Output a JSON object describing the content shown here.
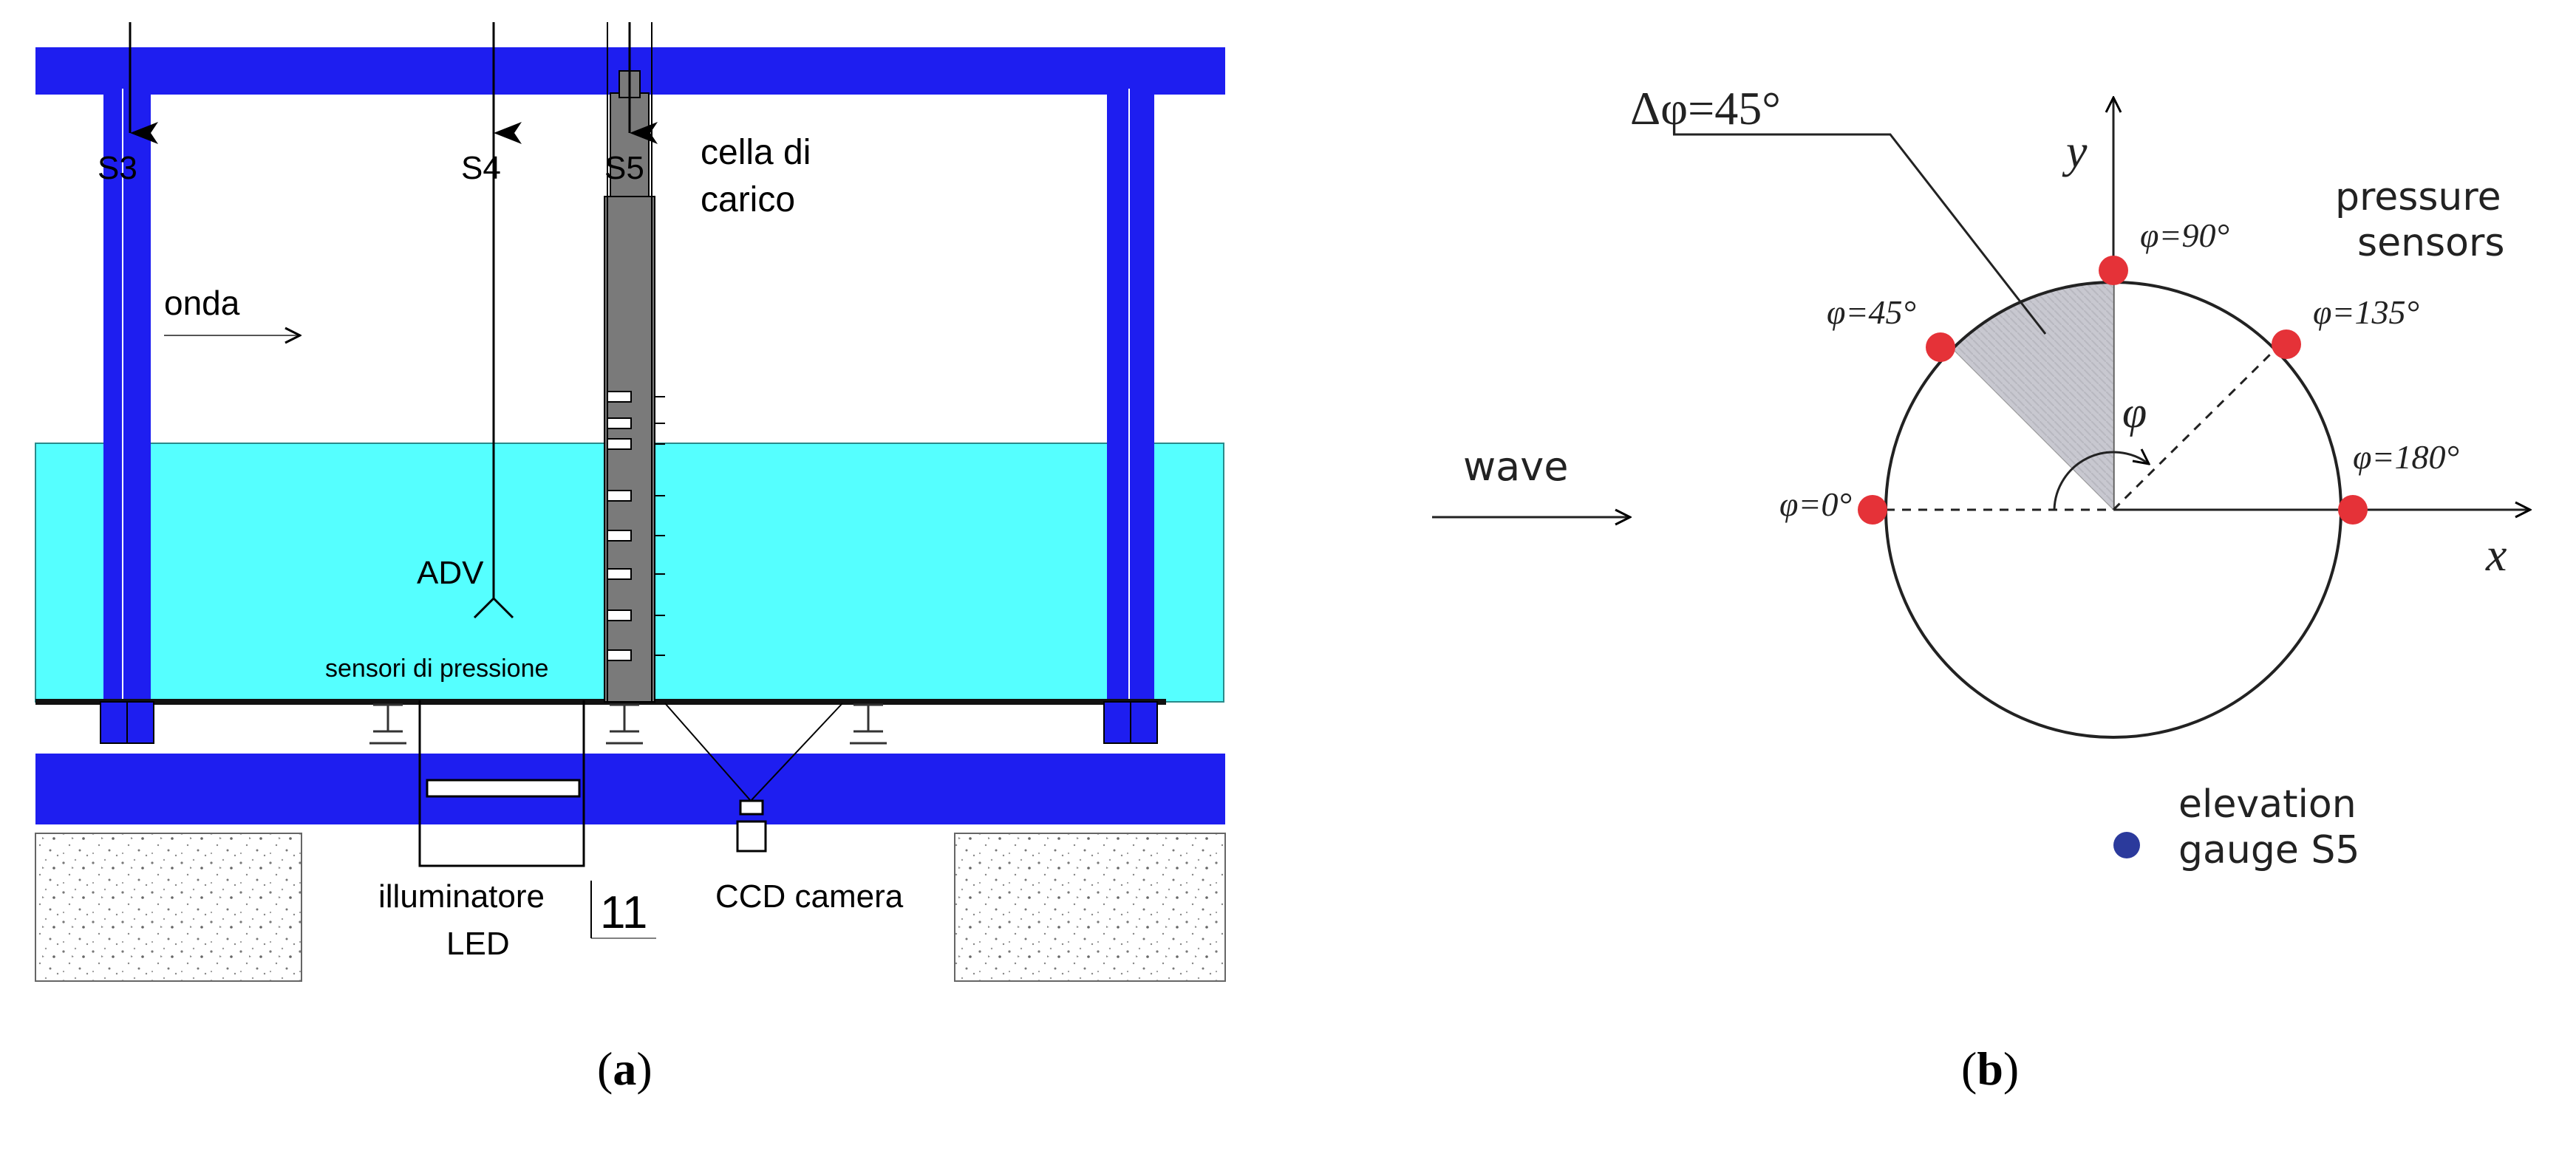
{
  "panel_a": {
    "stations": [
      "S3",
      "S4",
      "S5"
    ],
    "load_cell_label": [
      "cella di",
      "carico"
    ],
    "wave_label": "onda",
    "adv_label": "ADV",
    "pressure_sensors_label": "sensori di pressione",
    "illuminator_label": [
      "illuminatore",
      "LED"
    ],
    "camera_label": "CCD camera",
    "marker_number": "11",
    "caption_letter": "a"
  },
  "panel_b": {
    "delta_label": "Δφ=45°",
    "y_axis_label": "y",
    "x_axis_label": "x",
    "phi_label": "φ",
    "wave_label": "wave",
    "pressure_sensors_label": [
      "pressure",
      "sensors"
    ],
    "elevation_gauge_label": [
      "elevation",
      "gauge S5"
    ],
    "sensor_angles": [
      {
        "phi": "φ=0°"
      },
      {
        "phi": "φ=45°"
      },
      {
        "phi": "φ=90°"
      },
      {
        "phi": "φ=135°"
      },
      {
        "phi": "φ=180°"
      }
    ],
    "caption_letter": "b"
  },
  "colors": {
    "frame_blue": "#1e1ef0",
    "water_cyan": "#55ffff",
    "sensor_red": "#e53238",
    "gauge_blue": "#2b3a9c",
    "cylinder_gray": "#7a7a7a"
  }
}
